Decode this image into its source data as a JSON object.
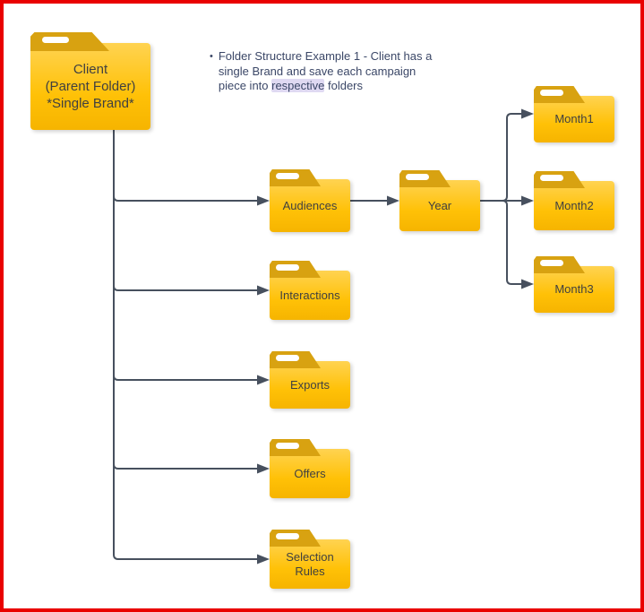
{
  "colors": {
    "frame_border": "#E90000",
    "folder_body_top": "#FFD351",
    "folder_body": "#FFC107",
    "folder_body_bottom": "#F6B400",
    "folder_tab": "#D8A211",
    "connector": "#47505E",
    "label_text": "#404040",
    "annotation_text": "#3B4767",
    "highlight_bg": "#DFD9F2"
  },
  "annotation": {
    "bullet": "•",
    "line1": "Folder Structure Example 1 - Client has a",
    "line2": "single Brand and save each campaign",
    "line3_before": "piece into ",
    "line3_highlight": "respective",
    "line3_after": " folders"
  },
  "folders": {
    "client": {
      "label": "Client\n(Parent Folder)\n*Single Brand*"
    },
    "audiences": {
      "label": "Audiences"
    },
    "year": {
      "label": "Year"
    },
    "month1": {
      "label": "Month1"
    },
    "month2": {
      "label": "Month2"
    },
    "month3": {
      "label": "Month3"
    },
    "interactions": {
      "label": "Interactions"
    },
    "exports": {
      "label": "Exports"
    },
    "offers": {
      "label": "Offers"
    },
    "selection_rules": {
      "label": "Selection Rules"
    }
  }
}
